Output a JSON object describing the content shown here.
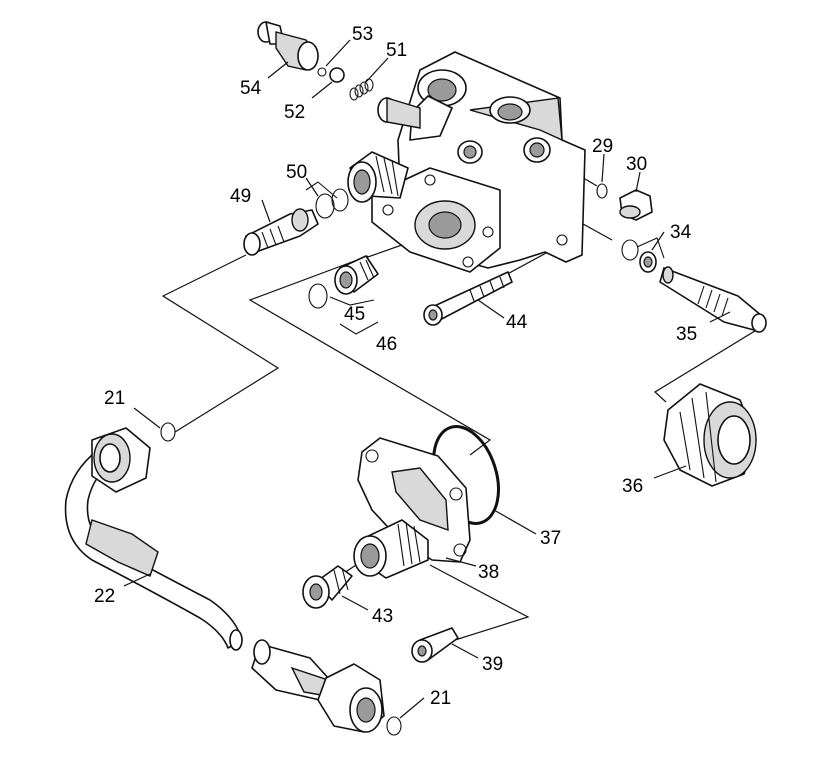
{
  "diagram": {
    "callouts": [
      "54",
      "53",
      "52",
      "51",
      "29",
      "30",
      "50",
      "49",
      "34",
      "45",
      "44",
      "35",
      "46",
      "21",
      "36",
      "37",
      "22",
      "38",
      "43",
      "39",
      "21"
    ]
  }
}
